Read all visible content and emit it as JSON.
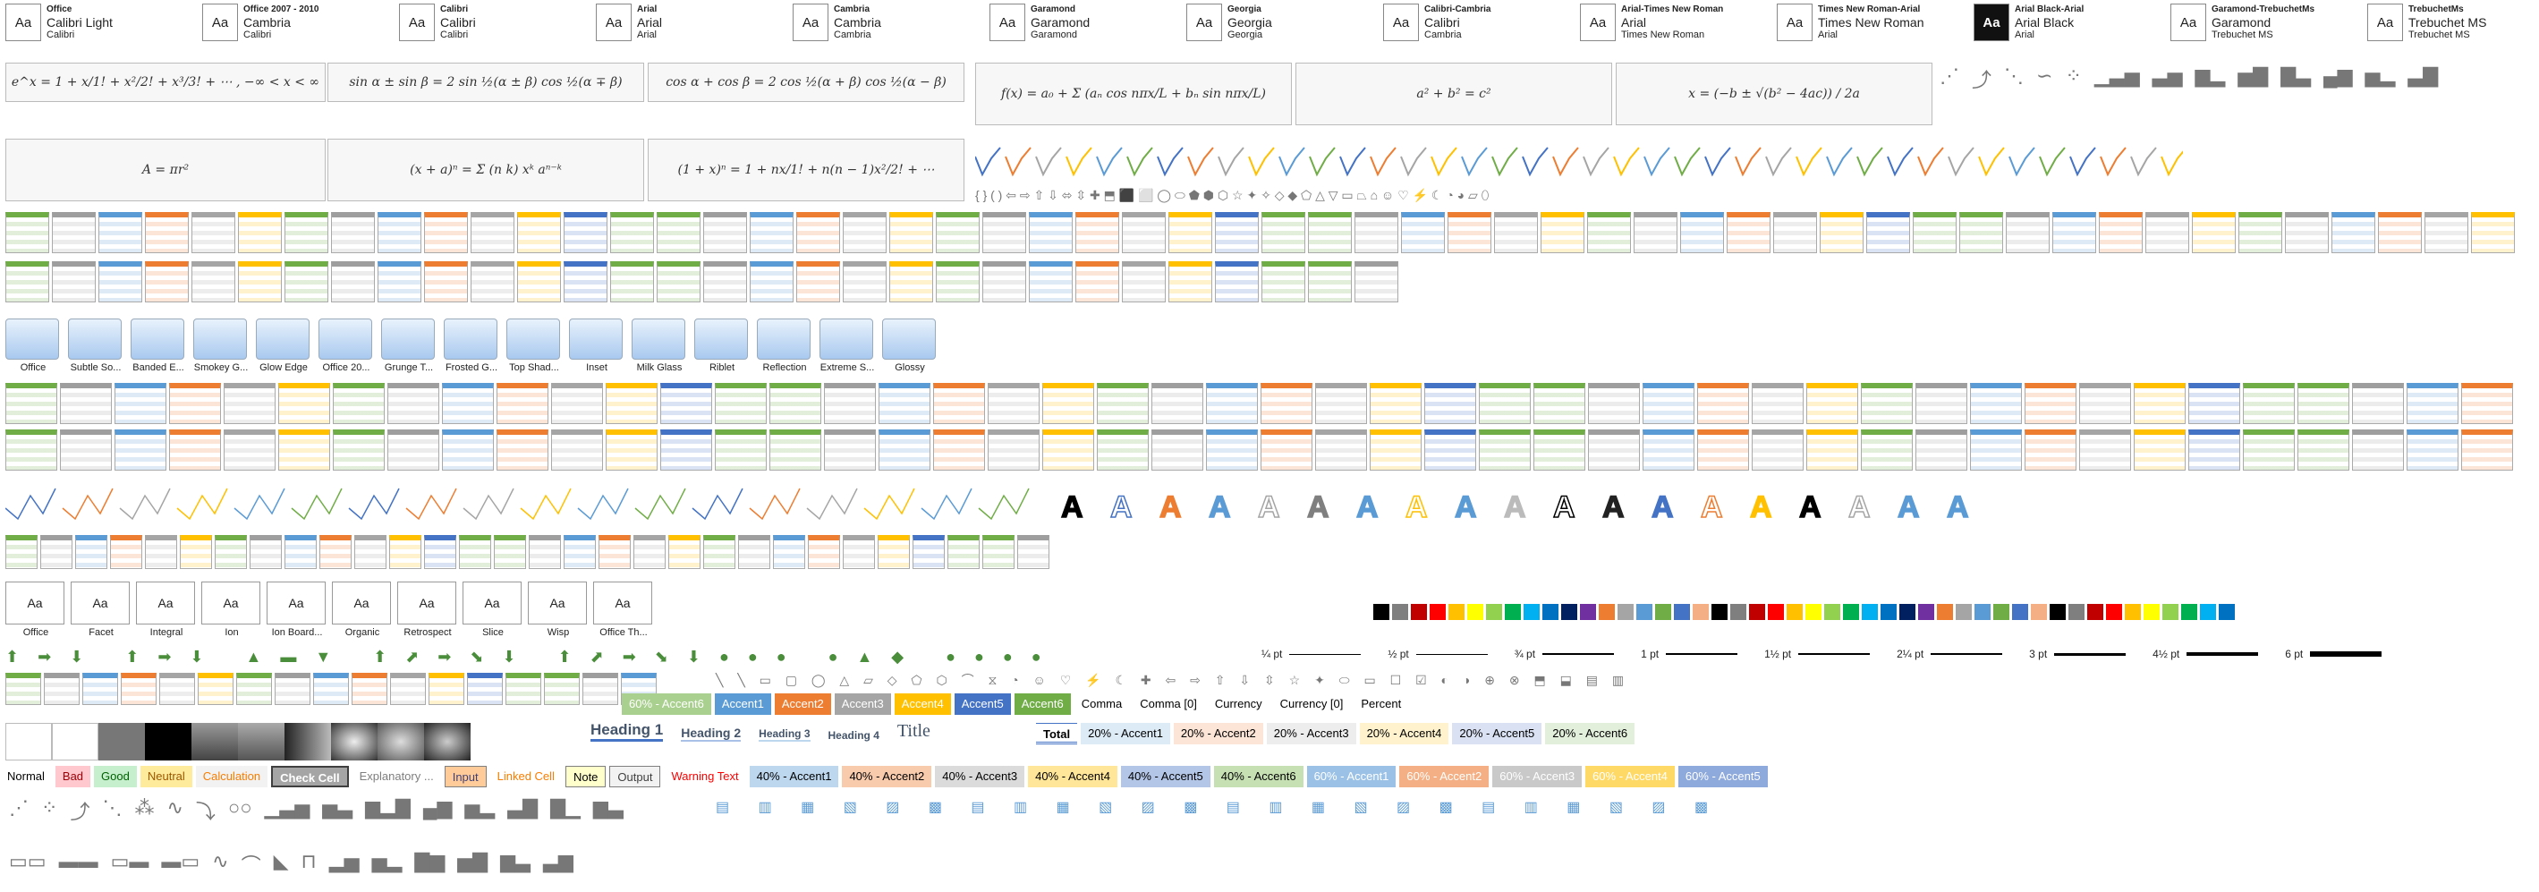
{
  "font_themes": [
    {
      "name": "Office",
      "heading": "Calibri Light",
      "body": "Calibri"
    },
    {
      "name": "Office 2007 - 2010",
      "heading": "Cambria",
      "body": "Calibri"
    },
    {
      "name": "Calibri",
      "heading": "Calibri",
      "body": "Calibri"
    },
    {
      "name": "Arial",
      "heading": "Arial",
      "body": "Arial"
    },
    {
      "name": "Cambria",
      "heading": "Cambria",
      "body": "Cambria"
    },
    {
      "name": "Garamond",
      "heading": "Garamond",
      "body": "Garamond"
    },
    {
      "name": "Georgia",
      "heading": "Georgia",
      "body": "Georgia"
    },
    {
      "name": "Calibri-Cambria",
      "heading": "Calibri",
      "body": "Cambria"
    },
    {
      "name": "Arial-Times New Roman",
      "heading": "Arial",
      "body": "Times New Roman"
    },
    {
      "name": "Times New Roman-Arial",
      "heading": "Times New Roman",
      "body": "Arial"
    },
    {
      "name": "Arial Black-Arial",
      "heading": "Arial Black",
      "body": "Arial"
    },
    {
      "name": "Garamond-TrebuchetMs",
      "heading": "Garamond",
      "body": "Trebuchet MS"
    },
    {
      "name": "TrebuchetMs",
      "heading": "Trebuchet MS",
      "body": "Trebuchet MS"
    }
  ],
  "font_aa": "Aa",
  "equations": [
    "e^x = 1 + x/1! + x²/2! + x³/3! + ⋯ ,    −∞ < x < ∞",
    "sin α ± sin β = 2 sin ½(α ± β) cos ½(α ∓ β)",
    "cos α + cos β = 2 cos ½(α + β) cos ½(α − β)",
    "f(x) = a₀ + Σ (aₙ cos nπx/L + bₙ sin nπx/L)",
    "a² + b² = c²",
    "x = (−b ± √(b² − 4ac)) / 2a",
    "A = πr²",
    "(x + a)ⁿ = Σ (n k) xᵏ aⁿ⁻ᵏ",
    "(1 + x)ⁿ = 1 + nx/1! + n(n − 1)x²/2! + ⋯"
  ],
  "effects": [
    "Office",
    "Subtle So...",
    "Banded E...",
    "Smokey G...",
    "Glow Edge",
    "Office 20...",
    "Grunge T...",
    "Frosted G...",
    "Top Shad...",
    "Inset",
    "Milk Glass",
    "Riblet",
    "Reflection",
    "Extreme S...",
    "Glossy"
  ],
  "themes": [
    "Office",
    "Facet",
    "Integral",
    "Ion",
    "Ion Board...",
    "Organic",
    "Retrospect",
    "Slice",
    "Wisp",
    "Office Th..."
  ],
  "theme_aa": "Aa",
  "line_weights": [
    "¼ pt",
    "½ pt",
    "¾ pt",
    "1 pt",
    "1½ pt",
    "2¼ pt",
    "3 pt",
    "4½ pt",
    "6 pt"
  ],
  "accent_row1": [
    {
      "label": "60% - Accent6",
      "bg": "#a9d08e",
      "fg": "#fff"
    },
    {
      "label": "Accent1",
      "bg": "#5b9bd5",
      "fg": "#fff"
    },
    {
      "label": "Accent2",
      "bg": "#ed7d31",
      "fg": "#fff"
    },
    {
      "label": "Accent3",
      "bg": "#a5a5a5",
      "fg": "#fff"
    },
    {
      "label": "Accent4",
      "bg": "#ffc000",
      "fg": "#fff"
    },
    {
      "label": "Accent5",
      "bg": "#4472c4",
      "fg": "#fff"
    },
    {
      "label": "Accent6",
      "bg": "#70ad47",
      "fg": "#fff"
    },
    {
      "label": "Comma",
      "bg": "#fff",
      "fg": "#000"
    },
    {
      "label": "Comma [0]",
      "bg": "#fff",
      "fg": "#000"
    },
    {
      "label": "Currency",
      "bg": "#fff",
      "fg": "#000"
    },
    {
      "label": "Currency [0]",
      "bg": "#fff",
      "fg": "#000"
    },
    {
      "label": "Percent",
      "bg": "#fff",
      "fg": "#000"
    }
  ],
  "headings": {
    "h1": "Heading 1",
    "h2": "Heading 2",
    "h3": "Heading 3",
    "h4": "Heading 4",
    "title": "Title"
  },
  "accent_row2": [
    {
      "label": "Total",
      "bg": "#fff",
      "fg": "#000"
    },
    {
      "label": "20% - Accent1",
      "bg": "#ddebf7",
      "fg": "#000"
    },
    {
      "label": "20% - Accent2",
      "bg": "#fce4d6",
      "fg": "#000"
    },
    {
      "label": "20% - Accent3",
      "bg": "#ededed",
      "fg": "#000"
    },
    {
      "label": "20% - Accent4",
      "bg": "#fff2cc",
      "fg": "#000"
    },
    {
      "label": "20% - Accent5",
      "bg": "#d9e1f2",
      "fg": "#000"
    },
    {
      "label": "20% - Accent6",
      "bg": "#e2efda",
      "fg": "#000"
    }
  ],
  "styles_row": [
    {
      "label": "Normal",
      "bg": "#fff",
      "fg": "#000"
    },
    {
      "label": "Bad",
      "bg": "#ffc7ce",
      "fg": "#9c0006"
    },
    {
      "label": "Good",
      "bg": "#c6efce",
      "fg": "#006100"
    },
    {
      "label": "Neutral",
      "bg": "#ffeb9c",
      "fg": "#9c5700"
    },
    {
      "label": "Calculation",
      "bg": "#f2f2f2",
      "fg": "#fa7d00"
    },
    {
      "label": "Check Cell",
      "bg": "#a5a5a5",
      "fg": "#fff"
    },
    {
      "label": "Explanatory ...",
      "bg": "#fff",
      "fg": "#7f7f7f"
    },
    {
      "label": "Input",
      "bg": "#ffcc99",
      "fg": "#3f3f76"
    },
    {
      "label": "Linked Cell",
      "bg": "#fff",
      "fg": "#fa7d00"
    },
    {
      "label": "Note",
      "bg": "#ffffcc",
      "fg": "#000"
    },
    {
      "label": "Output",
      "bg": "#f2f2f2",
      "fg": "#3f3f3f"
    },
    {
      "label": "Warning Text",
      "bg": "#fff",
      "fg": "#ff0000"
    },
    {
      "label": "40% - Accent1",
      "bg": "#bdd7ee",
      "fg": "#000"
    },
    {
      "label": "40% - Accent2",
      "bg": "#f8cbad",
      "fg": "#000"
    },
    {
      "label": "40% - Accent3",
      "bg": "#dbdbdb",
      "fg": "#000"
    },
    {
      "label": "40% - Accent4",
      "bg": "#ffe699",
      "fg": "#000"
    },
    {
      "label": "40% - Accent5",
      "bg": "#b4c6e7",
      "fg": "#000"
    },
    {
      "label": "40% - Accent6",
      "bg": "#c6e0b4",
      "fg": "#000"
    },
    {
      "label": "60% - Accent1",
      "bg": "#9bc2e6",
      "fg": "#fff"
    },
    {
      "label": "60% - Accent2",
      "bg": "#f4b084",
      "fg": "#fff"
    },
    {
      "label": "60% - Accent3",
      "bg": "#c9c9c9",
      "fg": "#fff"
    },
    {
      "label": "60% - Accent4",
      "bg": "#ffd966",
      "fg": "#fff"
    },
    {
      "label": "60% - Accent5",
      "bg": "#8ea9db",
      "fg": "#fff"
    }
  ],
  "table_colors": [
    "#70ad47",
    "#9e9e9e",
    "#5b9bd5",
    "#ed7d31",
    "#a5a5a5",
    "#ffc000",
    "#70ad47",
    "#9e9e9e",
    "#5b9bd5",
    "#ed7d31",
    "#a5a5a5",
    "#ffc000",
    "#4472c4",
    "#70ad47"
  ],
  "chart_icons": [
    "⋰",
    "⤴",
    "⋱",
    "∽",
    "⁘",
    "▁▃▅",
    "▃▅",
    "▆▂",
    "▅▇",
    "▇▃",
    "▄▆",
    "▅▂",
    "▃▇"
  ],
  "shape_glyphs": "{ } ( ) ⇦ ⇨ ⇧ ⇩ ⬄ ⇳ ✚ ⬒ ⬛ ⬜ ◯ ⬭ ⬟ ⬢ ⬡ ☆ ✦ ✧ ◇ ◆ ⬠ △ ▽ ▭ ⏢ ⌂ ☺ ♡ ⚡ ☾ ◔ ◕ ▱ ⬯",
  "palette": [
    "#000000",
    "#7f7f7f",
    "#c00000",
    "#ff0000",
    "#ffc000",
    "#ffff00",
    "#92d050",
    "#00b050",
    "#00b0f0",
    "#0070c0",
    "#002060",
    "#7030a0",
    "#ed7d31",
    "#a5a5a5",
    "#5b9bd5",
    "#70ad47",
    "#4472c4",
    "#f4b084"
  ]
}
